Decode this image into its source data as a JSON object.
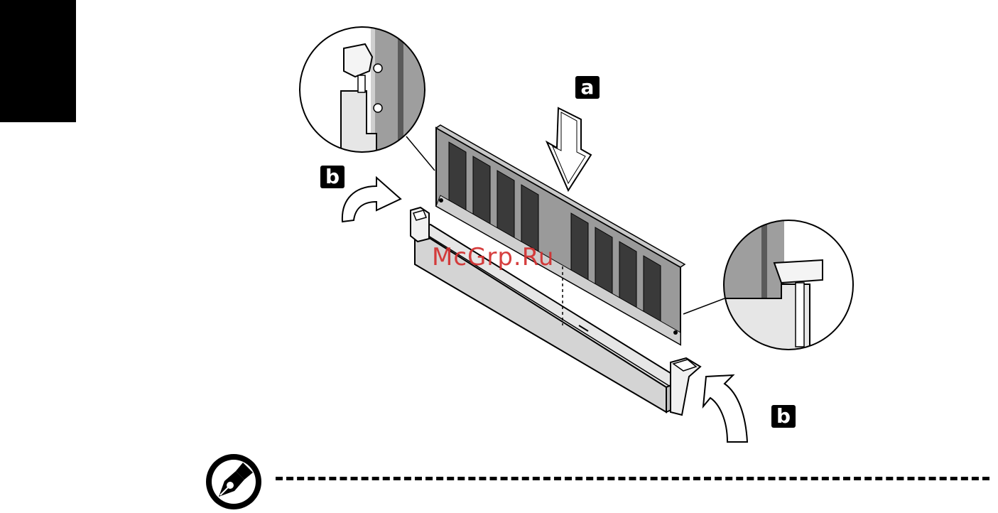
{
  "figure": {
    "step_a_label": "a",
    "step_b_label_left": "b",
    "step_b_label_right": "b",
    "icons": {
      "side_tab": "black-side-tab",
      "note": "pen-nib-note-icon"
    }
  },
  "watermark": "McGrp.Ru",
  "colors": {
    "ink": "#000000",
    "module_grey": "#9a9a9a",
    "slot_grey": "#d9d9d9",
    "watermark": "#d32f2f"
  }
}
